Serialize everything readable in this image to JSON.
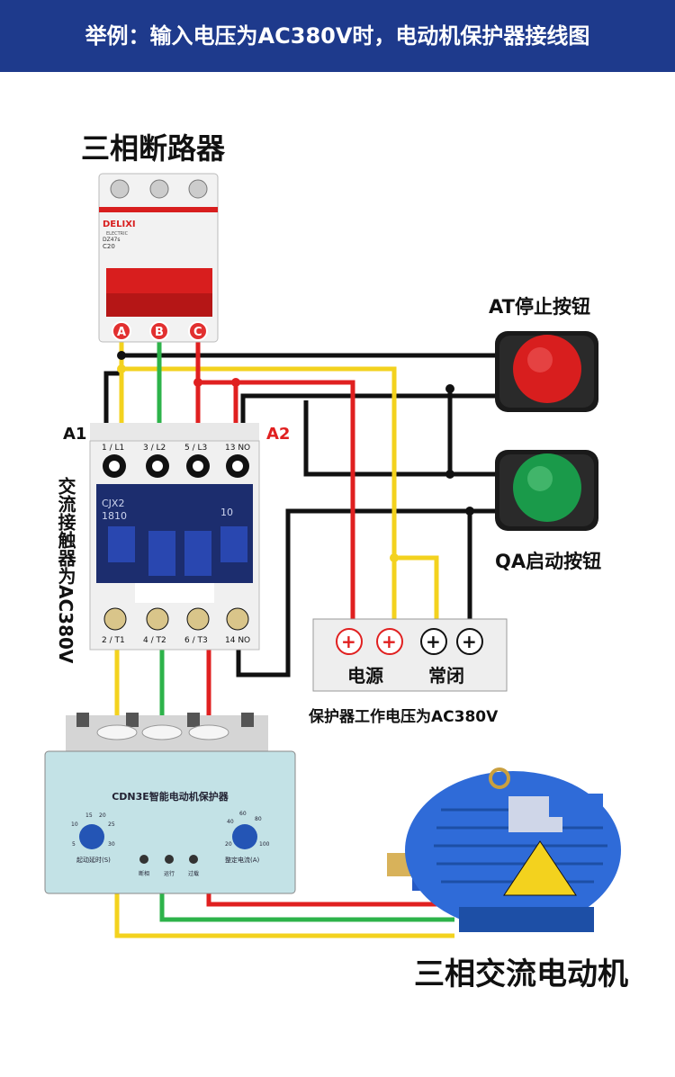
{
  "title": "举例：输入电压为AC380V时，电动机保护器接线图",
  "breaker": {
    "label": "三相断路器",
    "brand": "DELIXI",
    "brand_sub": "ELECTRIC",
    "model": "DZ47s",
    "rating": "C20",
    "terminals": [
      "A",
      "B",
      "C"
    ]
  },
  "contactor": {
    "label": "交流接触器为AC380V",
    "a1": "A1",
    "a2": "A2",
    "top_terminals": [
      "1 / L1",
      "3 / L2",
      "5 / L3",
      "13 NO"
    ],
    "bottom_terminals": [
      "2 / T1",
      "4 / T2",
      "6 / T3",
      "14 NO"
    ],
    "model_line1": "CJX2",
    "model_line2": "1810",
    "aux": "10"
  },
  "stop_button": {
    "label": "AT停止按钮",
    "color": "#d81e1e"
  },
  "start_button": {
    "label": "QA启动按钮",
    "color": "#1a9a4a"
  },
  "protector_box": {
    "power_label": "电源",
    "nc_label": "常闭",
    "caption": "保护器工作电压为AC380V"
  },
  "protector": {
    "name": "CDN3E智能电动机保护器",
    "left_knob": "起动延时(S)",
    "right_knob": "整定电流(A)",
    "left_scale": [
      "5",
      "10",
      "15",
      "20",
      "25",
      "30"
    ],
    "right_scale": [
      "20",
      "40",
      "60",
      "80",
      "100"
    ],
    "leds": [
      "断相",
      "运行",
      "过载"
    ]
  },
  "motor": {
    "label": "三相交流电动机"
  },
  "wire_colors": {
    "yellow": "#f3d21e",
    "green": "#2db34a",
    "red": "#e02020",
    "black": "#111111"
  }
}
